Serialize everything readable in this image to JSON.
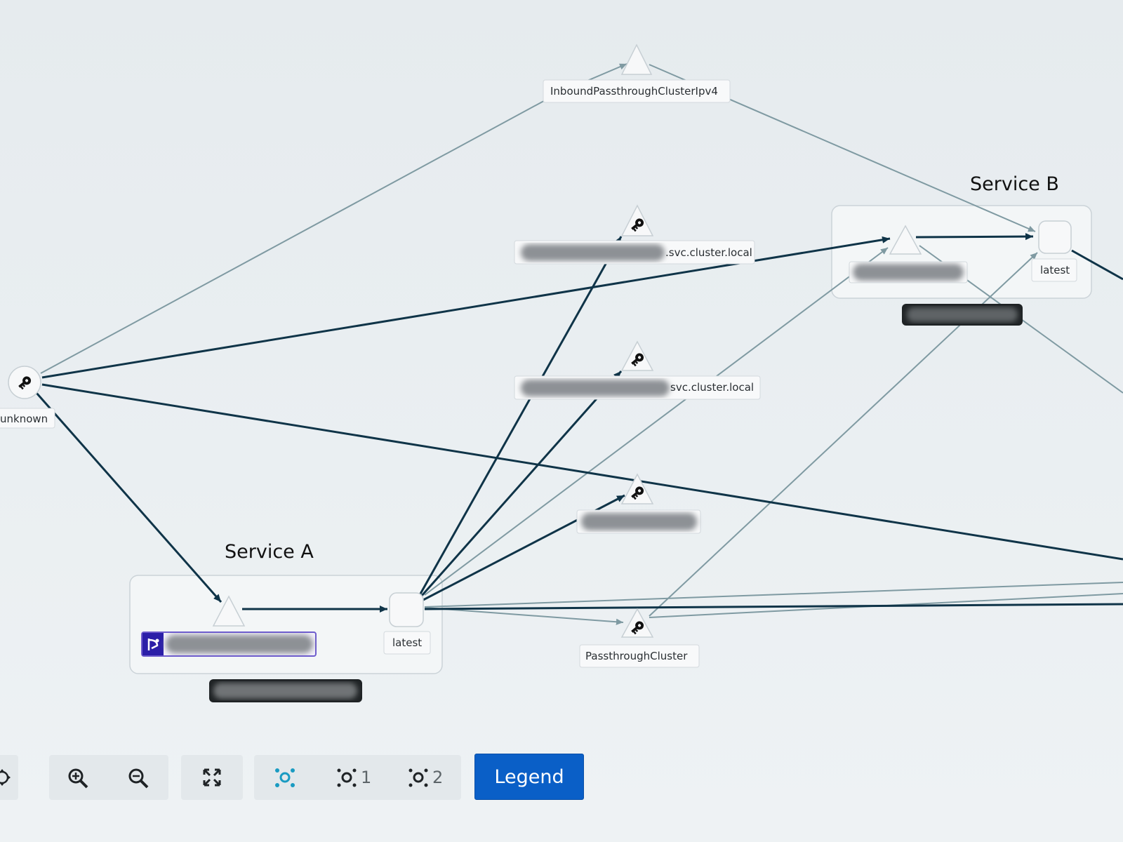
{
  "graph": {
    "groups": {
      "service_a": {
        "title": "Service A"
      },
      "service_b": {
        "title": "Service B"
      }
    },
    "nodes": {
      "unknown": {
        "label": "unknown",
        "icon": "key-icon"
      },
      "inbound_passthrough": {
        "label": "InboundPassthroughClusterIpv4"
      },
      "svc_cluster_local_1": {
        "label_suffix": ".svc.cluster.local",
        "icon": "key-icon"
      },
      "svc_cluster_local_2": {
        "label_suffix": "svc.cluster.local",
        "icon": "key-icon"
      },
      "redacted_service_node": {
        "icon": "key-icon"
      },
      "passthrough_cluster": {
        "label": "PassthroughCluster",
        "icon": "key-icon"
      },
      "service_a_workload": {
        "label": "latest"
      },
      "service_b_workload": {
        "label": "latest"
      },
      "service_a_app_badge": {
        "icon": "virtual-service-icon"
      }
    }
  },
  "toolbar": {
    "buttons": [
      {
        "name": "pan-button",
        "icon": "pan-icon"
      },
      {
        "name": "zoom-in-button",
        "icon": "zoom-in-icon"
      },
      {
        "name": "zoom-out-button",
        "icon": "zoom-out-icon"
      },
      {
        "name": "fit-view-button",
        "icon": "fit-view-icon"
      },
      {
        "name": "layout-default-button",
        "icon": "layout-icon",
        "active": true
      },
      {
        "name": "layout-1-button",
        "icon": "layout-icon",
        "number": "1"
      },
      {
        "name": "layout-2-button",
        "icon": "layout-icon",
        "number": "2"
      }
    ],
    "legend_label": "Legend"
  },
  "colors": {
    "accent": "#0a5fc7",
    "active_icon": "#1a9bc2",
    "edge_dark": "#0f3448",
    "edge_light": "#7f9aa2",
    "badge": "#2b1fa8"
  }
}
